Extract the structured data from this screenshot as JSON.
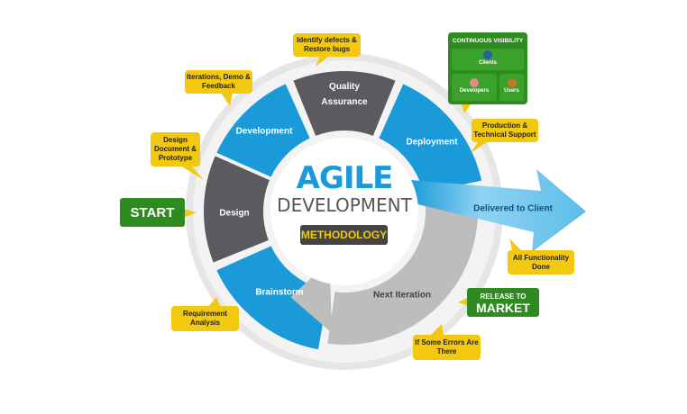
{
  "center": {
    "title": "AGILE",
    "subtitle": "DEVELOPMENT",
    "badge": "METHODOLOGY"
  },
  "stages": {
    "quality_line1": "Quality",
    "quality_line2": "Assurance",
    "development": "Development",
    "deployment": "Deployment",
    "design": "Design",
    "brainstorm": "Brainstorm",
    "next_iteration": "Next Iteration",
    "delivered": "Delivered to Client"
  },
  "notes": {
    "qa": "Identify defects & Restore bugs",
    "development": "Iterations, Demo & Feedback",
    "design": "Design Document & Prototype",
    "brainstorm": "Requirement Analysis",
    "next_iteration": "If Some Errors Are There",
    "delivered": "All Functionality Done",
    "deployment": "Production & Technical Support"
  },
  "start": "START",
  "release": {
    "line1": "RELEASE TO",
    "line2": "MARKET"
  },
  "visibility": {
    "title": "CONTINUOUS VISIBILITY",
    "clients": "Clients",
    "developers": "Developers",
    "users": "Users"
  },
  "colors": {
    "blue": "#1a9ad9",
    "gray": "#5a5a5f",
    "ring": "#e6e6e6",
    "yellow": "#f2c811",
    "green": "#2e8b1f",
    "light_blue": "#8fd3f2"
  }
}
